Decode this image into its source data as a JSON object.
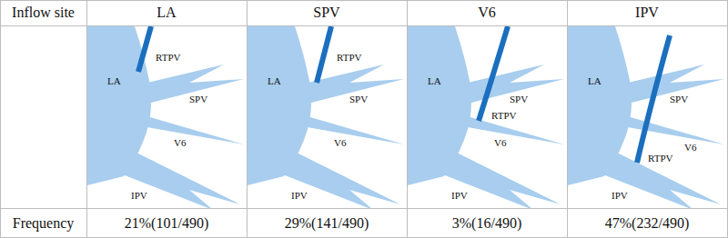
{
  "diagram": {
    "labels": [
      "Inflow site",
      "LA",
      "SPV",
      "V6",
      "IPV",
      "LA",
      "RTPV",
      "SPV",
      "V6",
      "IPV",
      "LA",
      "RTPV",
      "SPV",
      "V6",
      "IPV",
      "LA",
      "RTPV",
      "SPV",
      "V6",
      "IPV",
      "LA",
      "RTPV",
      "SPV",
      "V6",
      "IPV",
      "Frequency",
      "21%(101/490)",
      "29%(141/490)",
      "3%(16/490)",
      "47%(232/490)"
    ]
  }
}
